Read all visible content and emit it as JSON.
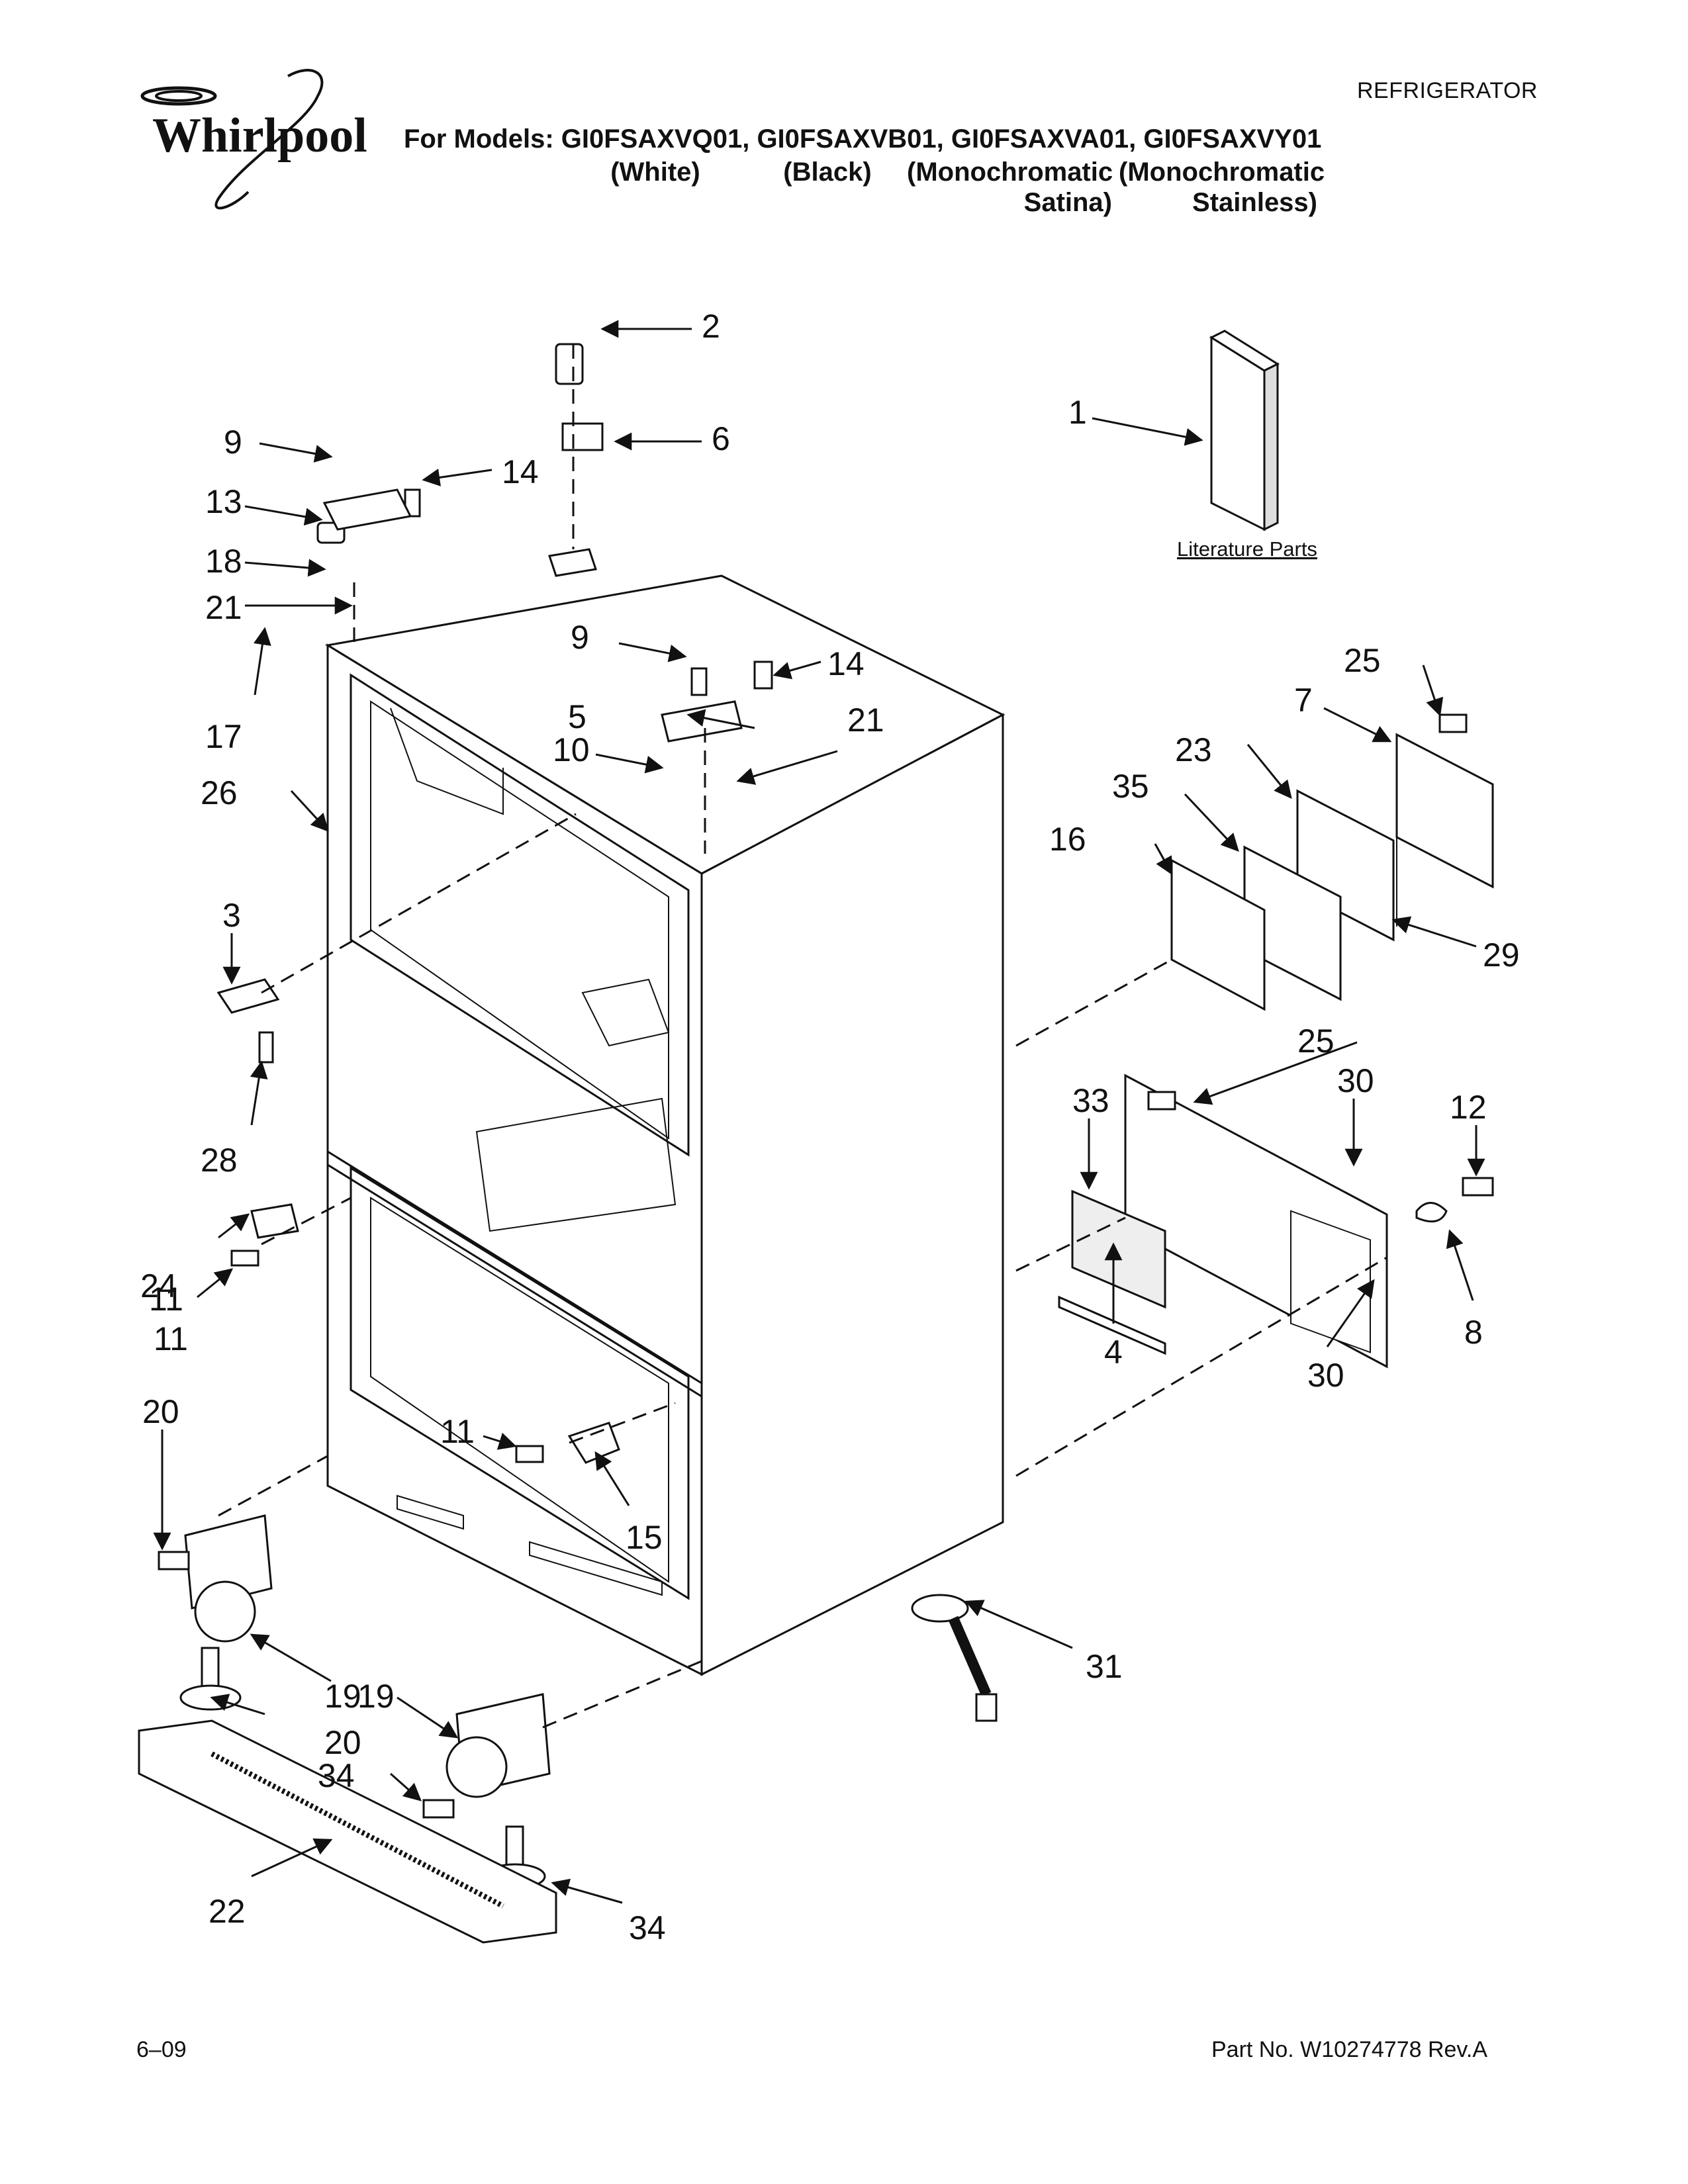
{
  "header": {
    "brand": "Whirlpool",
    "category": "REFRIGERATOR",
    "models_line": "For Models: GI0FSAXVQ01, GI0FSAXVB01, GI0FSAXVA01, GI0FSAXVY01",
    "variants": [
      {
        "line1": "(White)",
        "line2": ""
      },
      {
        "line1": "(Black)",
        "line2": ""
      },
      {
        "line1": "(Monochromatic",
        "line2": "Satina)"
      },
      {
        "line1": "(Monochromatic",
        "line2": "Stainless)"
      }
    ]
  },
  "diagram": {
    "literature_label": "Literature Parts",
    "callouts": [
      "1",
      "2",
      "3",
      "4",
      "5",
      "6",
      "7",
      "8",
      "9",
      "9",
      "10",
      "11",
      "11",
      "11",
      "12",
      "13",
      "14",
      "14",
      "15",
      "16",
      "17",
      "18",
      "19",
      "19",
      "20",
      "20",
      "21",
      "21",
      "22",
      "23",
      "24",
      "25",
      "25",
      "26",
      "28",
      "29",
      "30",
      "30",
      "31",
      "33",
      "34",
      "34",
      "35"
    ]
  },
  "footer": {
    "date": "6–09",
    "part_number": "Part No. W10274778 Rev.A"
  }
}
